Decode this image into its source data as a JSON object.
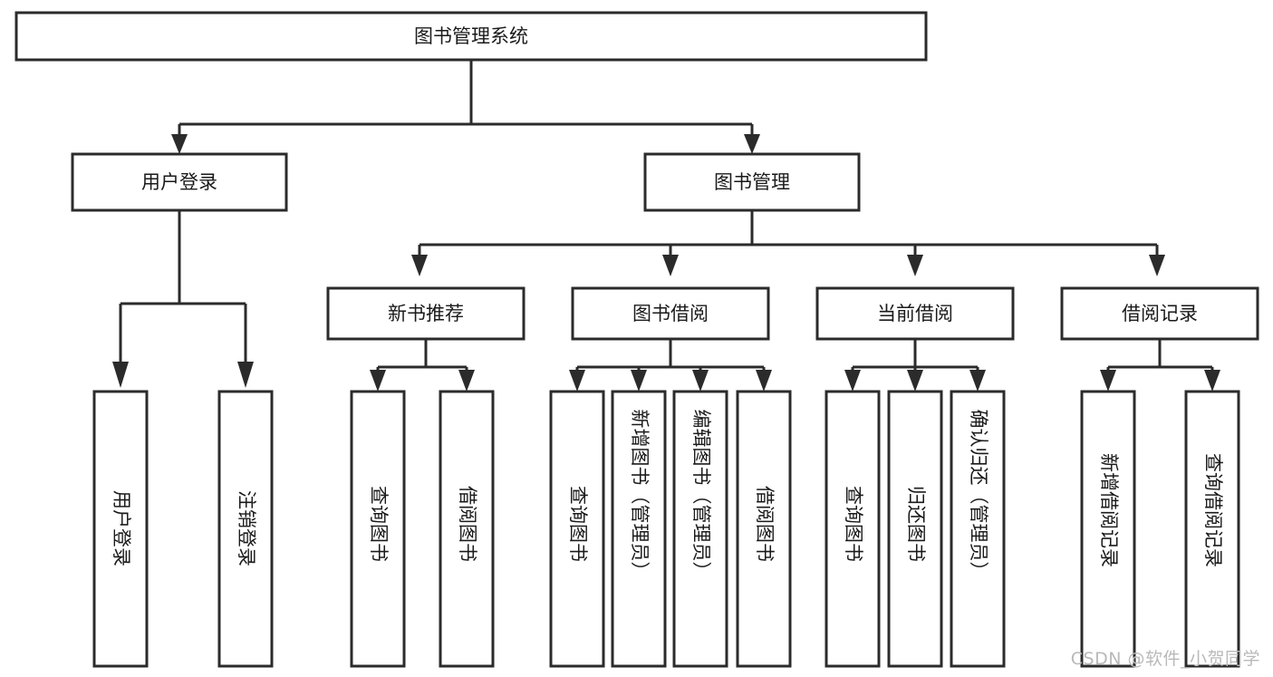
{
  "diagram": {
    "type": "tree-hierarchy-chart",
    "title": "图书管理系统",
    "orientation": "top-down",
    "box_fill": "#ffffff",
    "box_stroke": "#2b2b2b",
    "text_color": "#1a1a1a",
    "levels": [
      {
        "level": 1,
        "nodes": [
          {
            "id": "root",
            "label": "图书管理系统",
            "text_orientation": "horizontal"
          }
        ]
      },
      {
        "level": 2,
        "nodes": [
          {
            "id": "l2-0",
            "label": "用户登录",
            "text_orientation": "horizontal",
            "parent": "root"
          },
          {
            "id": "l2-1",
            "label": "图书管理",
            "text_orientation": "horizontal",
            "parent": "root"
          }
        ]
      },
      {
        "level": 3,
        "nodes": [
          {
            "id": "l3-0",
            "label": "新书推荐",
            "text_orientation": "horizontal",
            "parent": "l2-1"
          },
          {
            "id": "l3-1",
            "label": "图书借阅",
            "text_orientation": "horizontal",
            "parent": "l2-1"
          },
          {
            "id": "l3-2",
            "label": "当前借阅",
            "text_orientation": "horizontal",
            "parent": "l2-1"
          },
          {
            "id": "l3-3",
            "label": "借阅记录",
            "text_orientation": "horizontal",
            "parent": "l2-1"
          }
        ]
      },
      {
        "level": 4,
        "nodes": [
          {
            "id": "l4-0",
            "label": "用户登录",
            "text_orientation": "vertical",
            "parent": "l2-0"
          },
          {
            "id": "l4-1",
            "label": "注销登录",
            "text_orientation": "vertical",
            "parent": "l2-0"
          },
          {
            "id": "l4-2",
            "label": "查询图书",
            "text_orientation": "vertical",
            "parent": "l3-0"
          },
          {
            "id": "l4-3",
            "label": "借阅图书",
            "text_orientation": "vertical",
            "parent": "l3-0"
          },
          {
            "id": "l4-4",
            "label": "查询图书",
            "text_orientation": "vertical",
            "parent": "l3-1"
          },
          {
            "id": "l4-5",
            "label": "新增图书（管理员）",
            "text_orientation": "vertical",
            "parent": "l3-1"
          },
          {
            "id": "l4-6",
            "label": "编辑图书（管理员）",
            "text_orientation": "vertical",
            "parent": "l3-1"
          },
          {
            "id": "l4-7",
            "label": "借阅图书",
            "text_orientation": "vertical",
            "parent": "l3-1"
          },
          {
            "id": "l4-8",
            "label": "查询图书",
            "text_orientation": "vertical",
            "parent": "l3-2"
          },
          {
            "id": "l4-9",
            "label": "归还图书",
            "text_orientation": "vertical",
            "parent": "l3-2"
          },
          {
            "id": "l4-10",
            "label": "确认归还（管理员）",
            "text_orientation": "vertical",
            "parent": "l3-2"
          },
          {
            "id": "l4-11",
            "label": "新增借阅记录",
            "text_orientation": "vertical",
            "parent": "l3-3"
          },
          {
            "id": "l4-12",
            "label": "查询借阅记录",
            "text_orientation": "vertical",
            "parent": "l3-3"
          }
        ]
      }
    ]
  },
  "watermark": {
    "text": "CSDN @软件_小贺同学",
    "color": "#b9b9b9"
  }
}
